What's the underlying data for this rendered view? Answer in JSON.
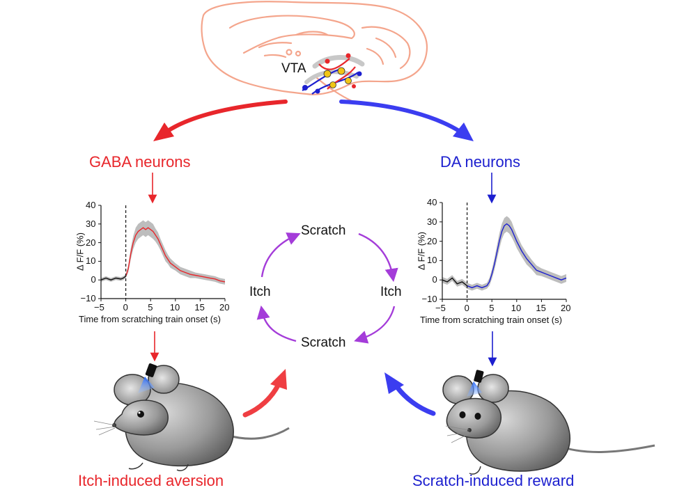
{
  "brain": {
    "region_label": "VTA",
    "outline_color": "#f4a58c"
  },
  "pathways": {
    "left": {
      "label": "GABA neurons",
      "color": "#e8262b",
      "outcome": "Itch-induced aversion"
    },
    "right": {
      "label": "DA neurons",
      "color": "#1c1fcf",
      "outcome": "Scratch-induced reward"
    }
  },
  "cycle": {
    "top": "Scratch",
    "bottom": "Scratch",
    "left": "Itch",
    "right": "Itch",
    "color": "#a43cd9"
  },
  "chart_data": [
    {
      "type": "line",
      "name_hint": "gaba",
      "ylabel": "Δ F/F (%)",
      "xlabel": "Time from scratching train onset (s)",
      "xlim": [
        -5,
        20
      ],
      "ylim": [
        -10,
        40
      ],
      "xticks": [
        -5,
        0,
        5,
        10,
        15,
        20
      ],
      "yticks": [
        -10,
        0,
        10,
        20,
        30,
        40
      ],
      "onset_line": 0,
      "series_color": "#e8262b",
      "x": [
        -5,
        -4,
        -3,
        -2,
        -1,
        -0.5,
        0,
        0.5,
        1,
        1.5,
        2,
        2.5,
        3,
        3.5,
        4,
        4.5,
        5,
        5.5,
        6,
        6.5,
        7,
        7.5,
        8,
        8.5,
        9,
        10,
        11,
        12,
        13,
        14,
        15,
        16,
        17,
        18,
        19,
        20
      ],
      "mean": [
        0,
        1,
        0,
        1,
        0.5,
        1,
        2,
        6,
        14,
        20,
        24,
        26,
        27,
        28,
        27,
        28,
        27,
        26,
        24,
        22,
        19,
        16,
        13,
        11,
        9,
        7,
        5,
        4,
        3,
        2.5,
        2,
        1.5,
        1,
        0.5,
        -0.5,
        -1
      ],
      "sem": [
        1,
        1,
        1,
        1,
        1,
        1,
        1,
        2,
        3,
        3.5,
        4,
        4,
        4,
        4,
        4,
        4,
        4,
        4,
        3.5,
        3.5,
        3,
        3,
        3,
        2.5,
        2.5,
        2,
        2,
        2,
        2,
        1.5,
        1.5,
        1.5,
        1.5,
        1.5,
        1.5,
        1.5
      ]
    },
    {
      "type": "line",
      "name_hint": "da",
      "ylabel": "Δ F/F (%)",
      "xlabel": "Time from scratching train onset (s)",
      "xlim": [
        -5,
        20
      ],
      "ylim": [
        -10,
        40
      ],
      "xticks": [
        -5,
        0,
        5,
        10,
        15,
        20
      ],
      "yticks": [
        -10,
        0,
        10,
        20,
        30,
        40
      ],
      "onset_line": 0,
      "series_color": "#1c1fcf",
      "x": [
        -5,
        -4,
        -3,
        -2,
        -1,
        0,
        1,
        2,
        3,
        4,
        4.5,
        5,
        5.5,
        6,
        6.5,
        7,
        7.5,
        8,
        8.5,
        9,
        9.5,
        10,
        11,
        12,
        13,
        14,
        15,
        16,
        17,
        18,
        19,
        20
      ],
      "mean": [
        0,
        -1,
        1,
        -2,
        -1,
        -3,
        -4,
        -3,
        -4,
        -3,
        -1,
        3,
        8,
        14,
        20,
        25,
        28,
        29,
        28,
        26,
        23,
        20,
        15,
        11,
        8,
        5,
        4,
        3,
        2,
        1,
        0,
        1
      ],
      "sem": [
        1.5,
        1.5,
        1.5,
        1.5,
        1.5,
        1.5,
        1.5,
        1.5,
        1.5,
        1.5,
        2,
        2.5,
        3,
        3.5,
        4,
        4,
        4,
        4,
        4,
        4,
        3.5,
        3.5,
        3,
        3,
        2.5,
        2.5,
        2,
        2,
        2,
        2,
        2,
        2
      ]
    }
  ]
}
